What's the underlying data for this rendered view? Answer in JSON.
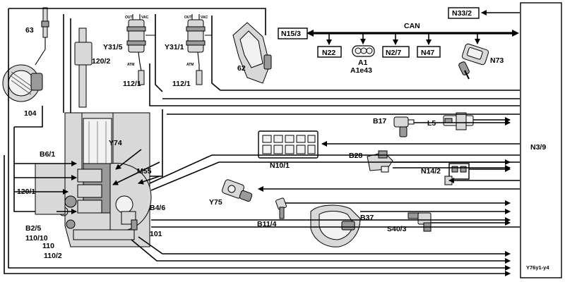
{
  "labels": {
    "n33_2": "N33/2",
    "n15_3": "N15/3",
    "can": "CAN",
    "n22": "N22",
    "a1": "A1",
    "a1e43": "A1e43",
    "n2_7": "N2/7",
    "n47": "N47",
    "n73": "N73",
    "n3_9": "N3/9",
    "y76": "Y76y1-y4",
    "c63": "63",
    "c104": "104",
    "c120_2": "120/2",
    "y31_5": "Y31/5",
    "y31_1": "Y31/1",
    "c112_1a": "112/1",
    "c112_1b": "112/1",
    "c62": "62",
    "b17": "B17",
    "l5": "L5",
    "n10_1": "N10/1",
    "b28": "B28",
    "n14_2": "N14/2",
    "y75": "Y75",
    "b11_4": "B11/4",
    "b37": "B37",
    "s40_3": "S40/3",
    "y74": "Y74",
    "b6_1": "B6/1",
    "m55": "M55",
    "c120_1": "120/1",
    "b2_5": "B2/5",
    "c110_10": "110/10",
    "c110": "110",
    "c110_2": "110/2",
    "b4_6": "B4/6",
    "c101": "101",
    "out_a": "OUT",
    "vac_a": "VAC",
    "atm_a": "ATM",
    "out_b": "OUT",
    "vac_b": "VAC",
    "atm_b": "ATM"
  }
}
